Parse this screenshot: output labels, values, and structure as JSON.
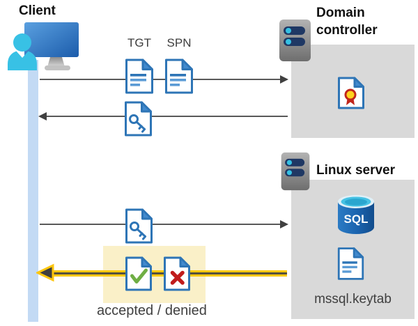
{
  "client": {
    "label": "Client"
  },
  "tickets": {
    "tgt_label": "TGT",
    "spn_label": "SPN"
  },
  "domain_controller": {
    "label": "Domain controller"
  },
  "linux_server": {
    "label": "Linux server",
    "sql_label": "SQL",
    "keytab_label": "mssql.keytab"
  },
  "flow": {
    "result_label": "accepted / denied"
  },
  "icons": {
    "client": "client-computer-with-user-icon",
    "servers": "server-rack-icon",
    "tgt": "document-icon",
    "spn": "document-icon",
    "service_ticket": "key-document-icon",
    "certificate": "certificate-document-icon",
    "database": "sql-database-cylinder-icon",
    "keytab": "document-icon",
    "accepted": "check-document-icon",
    "denied": "x-document-icon"
  },
  "colors": {
    "accent_blue": "#2e75b6",
    "fold_blue": "#428ace",
    "cyan": "#38c1e5",
    "navy": "#1f3864",
    "box_gray": "#d9d9d9",
    "arrow_gray": "#595959",
    "lifeline_blue": "#c3daf4",
    "highlight_yellow": "#fec80f",
    "highlight_fill": "#faf0c8",
    "success_green": "#6fae44",
    "error_red": "#c01c1c"
  }
}
